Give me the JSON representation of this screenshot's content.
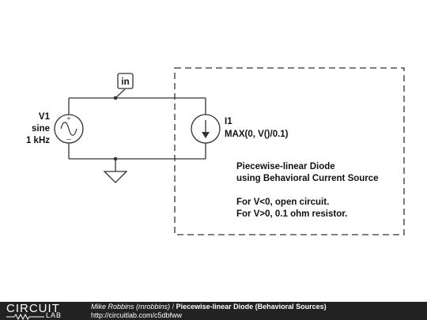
{
  "schematic": {
    "node_label": "in",
    "source": {
      "name": "V1",
      "type": "sine",
      "freq": "1 kHz"
    },
    "current_source": {
      "name": "I1",
      "expr": "MAX(0, V()/0.1)"
    },
    "note": {
      "line1": "Piecewise-linear Diode",
      "line2": "using Behavioral Current Source",
      "line3": "For V<0, open circuit.",
      "line4": "For V>0, 0.1 ohm resistor."
    }
  },
  "footer": {
    "logo_top": "CIRCUIT",
    "logo_bottom": "LAB",
    "author": "Mike Robbins (mrobbins)",
    "separator": "/",
    "title": "Piecewise-linear Diode (Behavioral Sources)",
    "url": "http://circuitlab.com/c5dbfww"
  }
}
